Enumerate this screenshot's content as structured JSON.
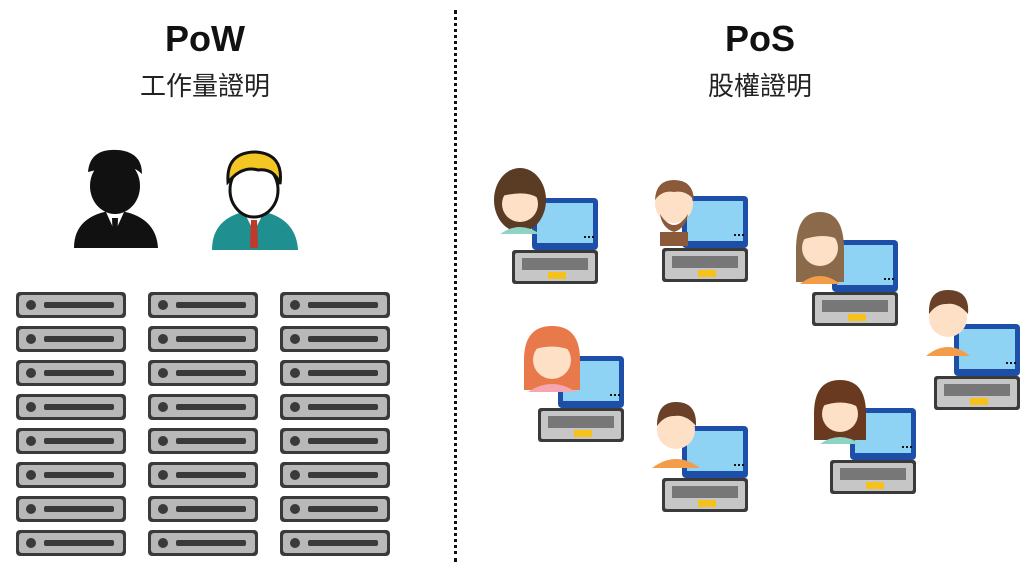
{
  "pow": {
    "title": "PoW",
    "subtitle": "工作量證明"
  },
  "pos": {
    "title": "PoS",
    "subtitle": "股權證明"
  },
  "colors": {
    "server_body": "#b8b8b8",
    "server_dark": "#3a3a3a",
    "laptop_frame": "#1e4fa8",
    "laptop_screen": "#8fd3f4",
    "laptop_base": "#c6c6c6",
    "laptop_pad": "#f4c21a",
    "person_dark": "#111111",
    "person_blond": "#f3c623",
    "person_teal": "#1f8f8f",
    "skin": "#fde0c6",
    "tie_red": "#c0392b"
  },
  "icons": [
    "person-silhouette-icon",
    "person-blond-icon",
    "server-rack-icon",
    "laptop-user-icon"
  ]
}
